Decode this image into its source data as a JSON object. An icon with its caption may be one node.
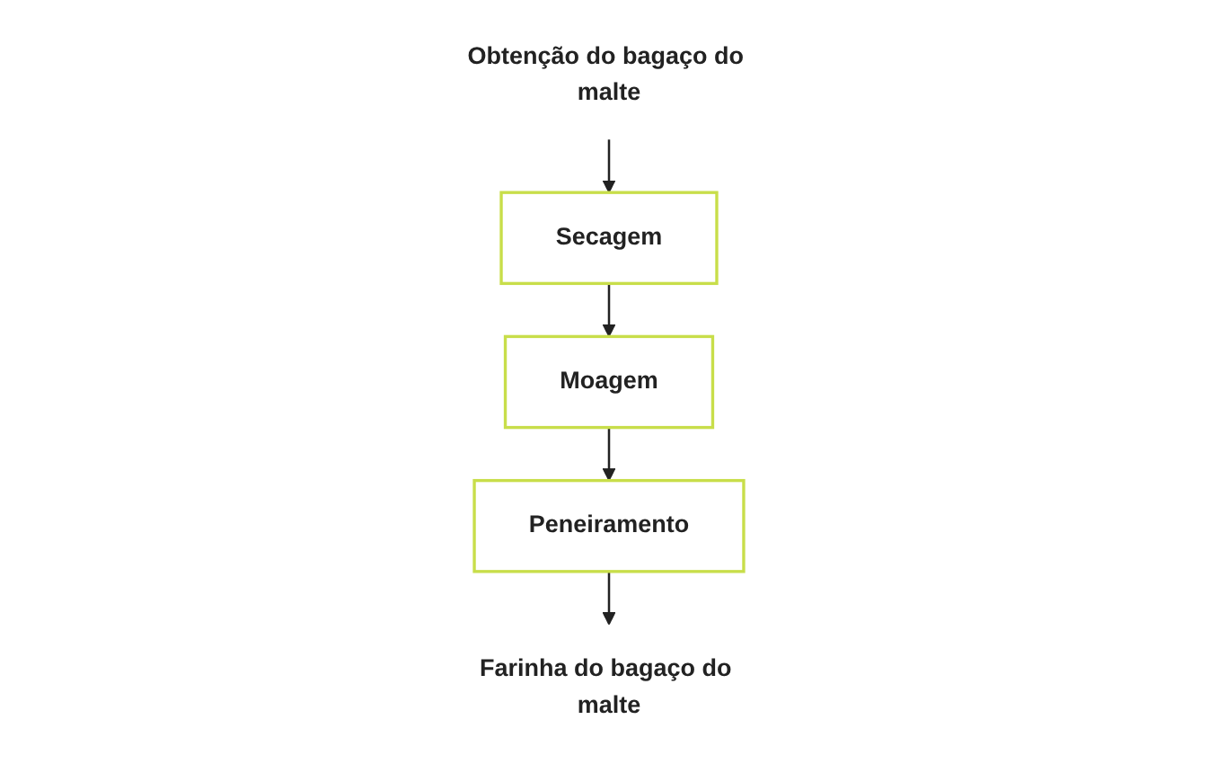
{
  "diagram": {
    "nodes": [
      {
        "text": [
          "Obtenção do bagaço do malte"
        ]
      },
      {
        "text": [
          "Secagem"
        ]
      },
      {
        "text": [
          "Moagem"
        ]
      },
      {
        "text": [
          "Peneiramento"
        ]
      },
      {
        "text": [
          "Farinha do bagaço do malte"
        ]
      }
    ],
    "edges": [
      {
        "from": 0,
        "to": 1,
        "arrow": "to"
      },
      {
        "from": 1,
        "to": 2,
        "arrow": "to"
      },
      {
        "from": 2,
        "to": 3,
        "arrow": "to"
      },
      {
        "from": 3,
        "to": 4,
        "arrow": "to"
      }
    ]
  }
}
